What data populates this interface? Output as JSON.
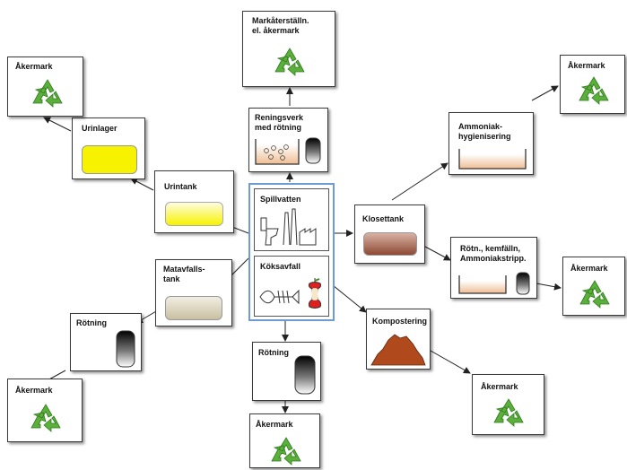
{
  "center": {
    "spillvatten": "Spillvatten",
    "koksavfall": "Köksavfall"
  },
  "nodes": {
    "markaterstallning": "Markåterställn.\nel. åkermark",
    "reningsverk": "Reningsverk\nmed rötning",
    "urinlager": "Urinlager",
    "urintank": "Urintank",
    "matavfallstank": "Matavfalls-\ntank",
    "klosettank": "Klosettank",
    "ammoniak_hyg": "Ammoniak-\nhygienisering",
    "rotn_kemfalln": "Rötn., kemfälln,\nAmmoniakstripp.",
    "kompostering": "Kompostering",
    "rotning_left": "Rötning",
    "rotning_bottom": "Rötning"
  },
  "akermark": {
    "top_left": "Åkermark",
    "top_right": "Åkermark",
    "mid_right": "Åkermark",
    "bottom_left": "Åkermark",
    "bottom_center": "Åkermark",
    "bottom_right": "Åkermark"
  },
  "colors": {
    "recycle_green": "#5bb03b",
    "urine_yellow": "#f7f200",
    "greywater_tan": "#d8d0b8",
    "black_water_brown": "#9b5a44",
    "compost_brown": "#b0491c",
    "sludge_peach": "#f3c9a2",
    "center_border": "#6f9bd4"
  },
  "icons": [
    "recycle-icon",
    "toilet-icon",
    "factory-icon",
    "fishbone-icon",
    "apple-core-icon",
    "cylinder-tank-icon",
    "bubbles-icon",
    "compost-pile-icon"
  ]
}
